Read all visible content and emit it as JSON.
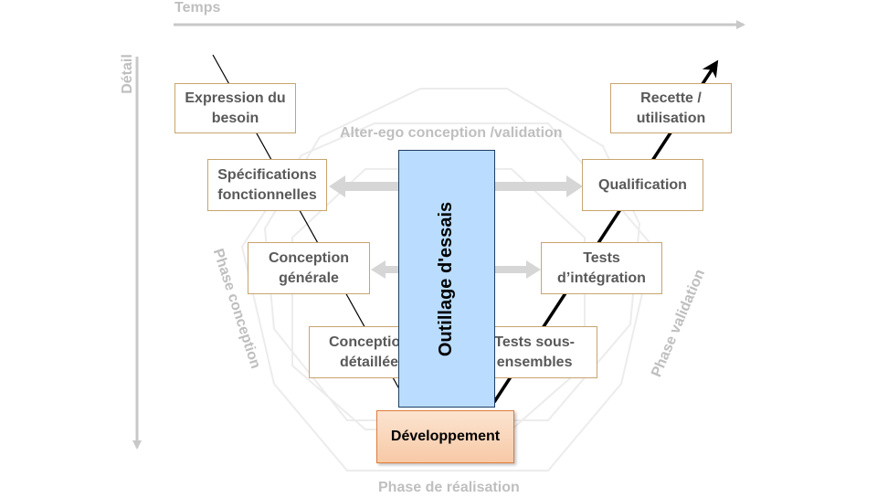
{
  "axes": {
    "time_label": "Temps",
    "detail_label": "Détail"
  },
  "center_label": "Alter-ego conception /validation",
  "phases": {
    "conception": "Phase conception",
    "validation": "Phase validation",
    "realisation": "Phase de réalisation"
  },
  "left_boxes": [
    {
      "line1": "Expression du",
      "line2": "besoin"
    },
    {
      "line1": "Spécifications",
      "line2": "fonctionnelles"
    },
    {
      "line1": "Conception",
      "line2": "générale"
    },
    {
      "line1": "Conception",
      "line2": "détaillée"
    }
  ],
  "right_boxes": [
    {
      "line1": "Recette /",
      "line2": "utilisation"
    },
    {
      "line1": "Qualification",
      "line2": ""
    },
    {
      "line1": "Tests",
      "line2": "d’intégration"
    },
    {
      "line1": "Tests sous-",
      "line2": "ensembles"
    }
  ],
  "center_tool": "Outillage d'essais",
  "bottom_box": "Développement",
  "colors": {
    "box_border": "#c8a46e",
    "tool_fill": "#b9dcff",
    "dev_fill": "#f7c9a6",
    "muted_text": "#bfbfbf"
  }
}
